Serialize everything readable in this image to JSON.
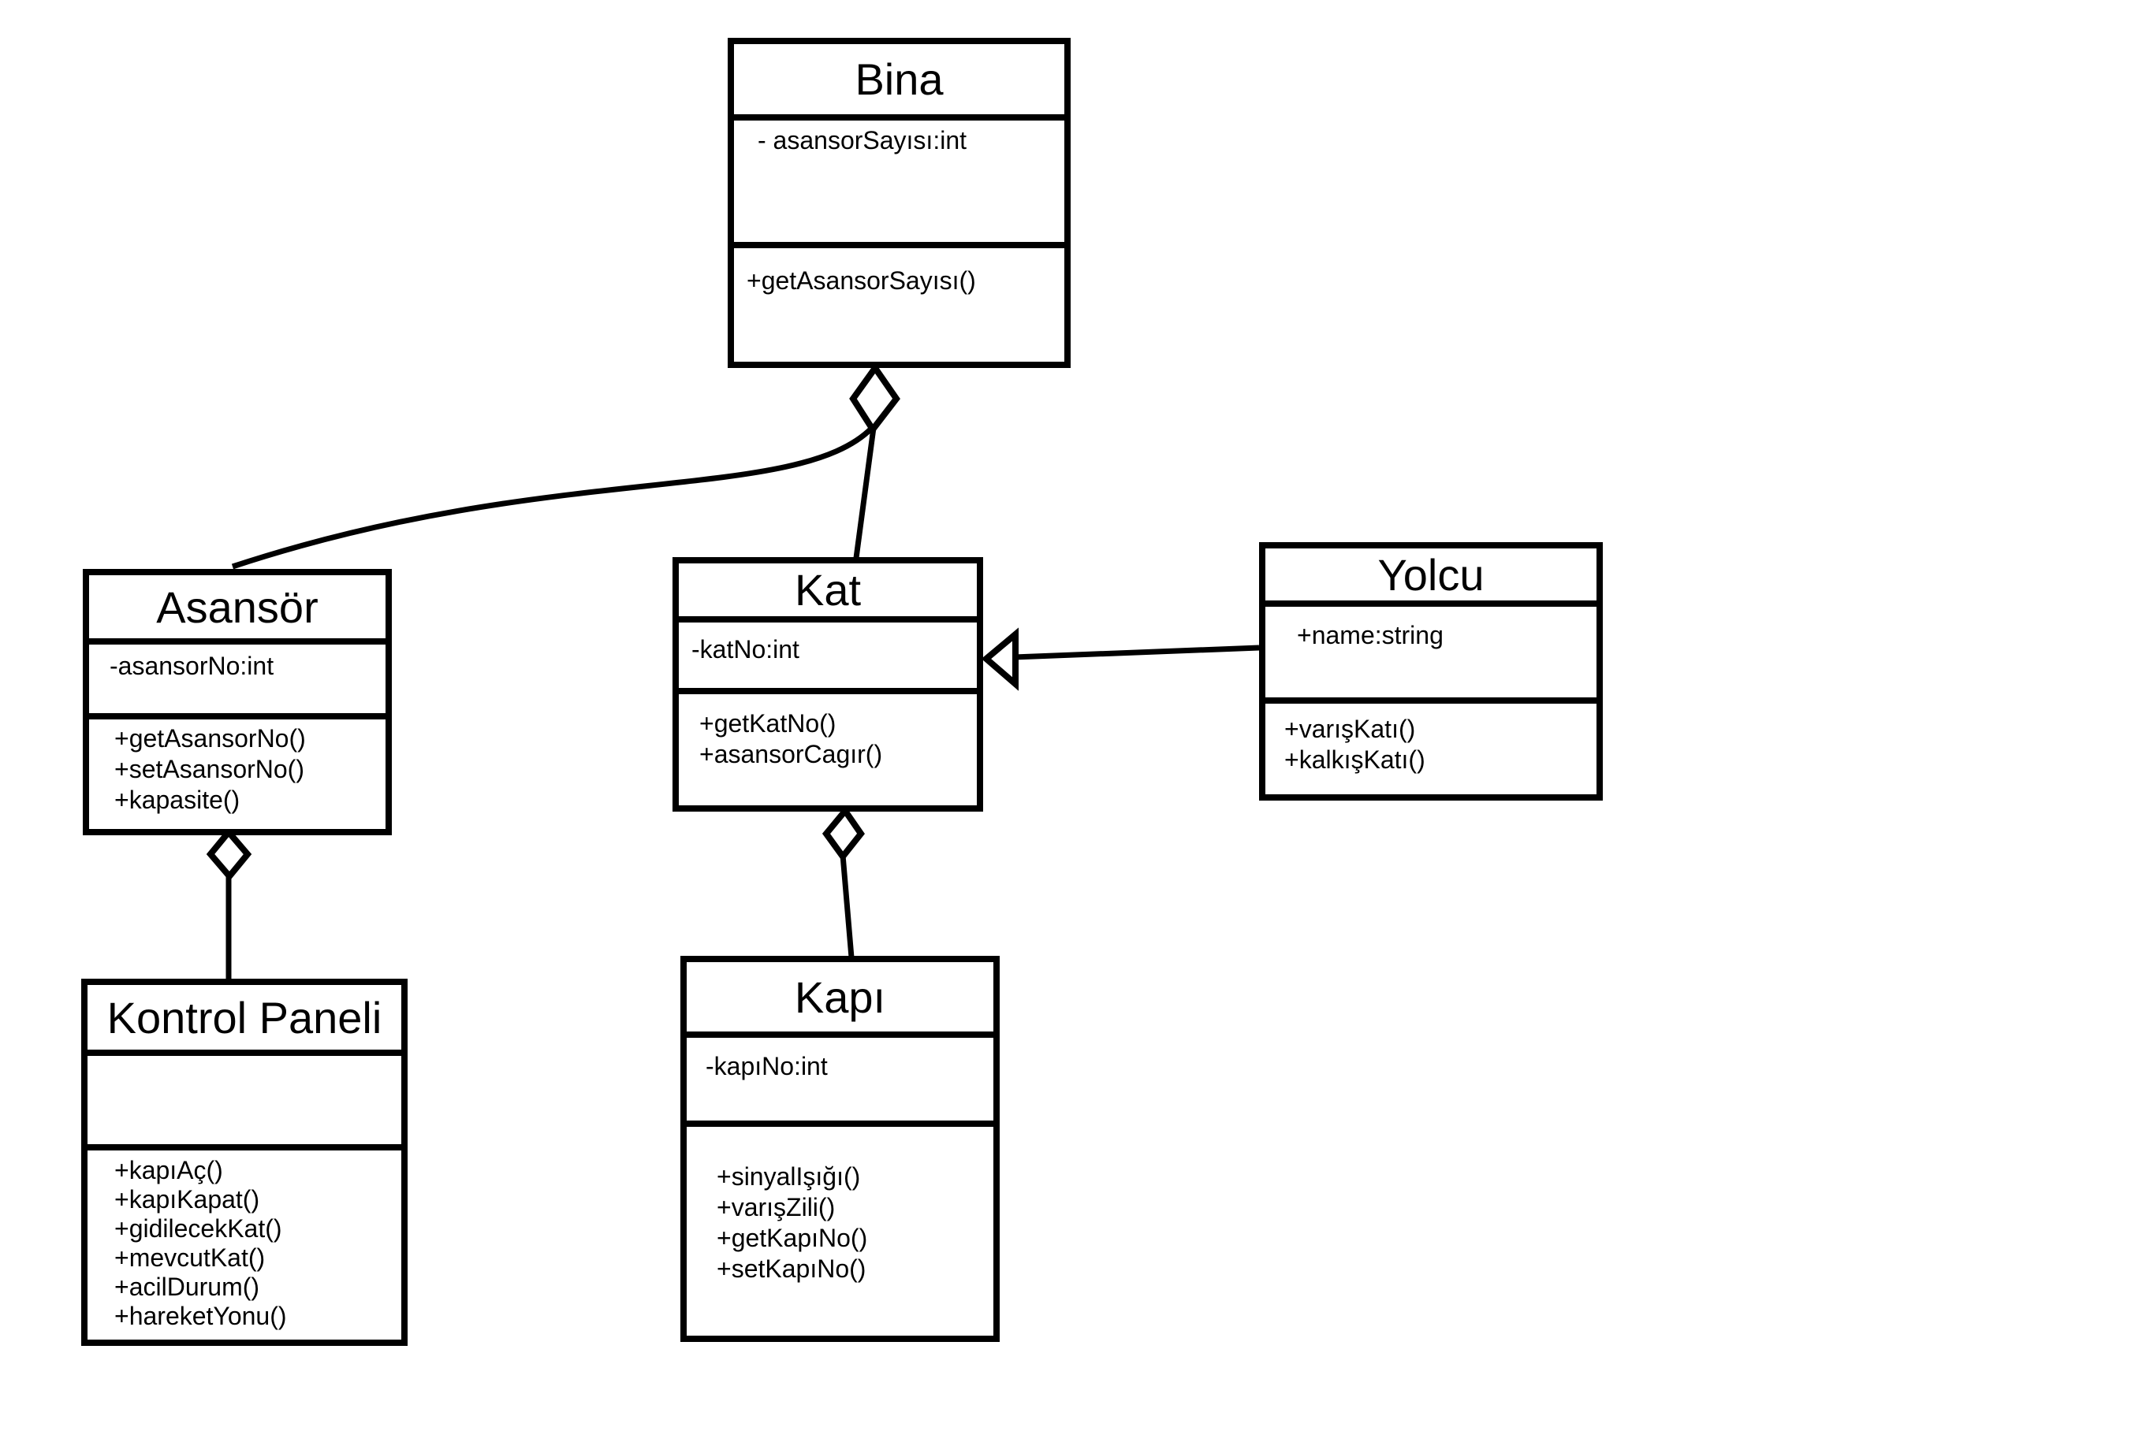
{
  "diagram": {
    "kind": "uml-class-diagram",
    "background_color": "#ffffff",
    "line_color": "#000000",
    "text_color": "#000000"
  },
  "classes": {
    "bina": {
      "title": "Bina",
      "attributes": [
        "- asansorSayısı:int"
      ],
      "methods": [
        "+getAsansorSayısı()"
      ]
    },
    "asansor": {
      "title": "Asansör",
      "attributes": [
        "-asansorNo:int"
      ],
      "methods": [
        "+getAsansorNo()",
        "+setAsansorNo()",
        "+kapasite()"
      ]
    },
    "kat": {
      "title": "Kat",
      "attributes": [
        "-katNo:int"
      ],
      "methods": [
        "+getKatNo()",
        "+asansorCagır()"
      ]
    },
    "yolcu": {
      "title": "Yolcu",
      "attributes": [
        "+name:string"
      ],
      "methods": [
        "+varışKatı()",
        "+kalkışKatı()"
      ]
    },
    "kontrol_paneli": {
      "title": "Kontrol Paneli",
      "attributes": [],
      "methods": [
        "+kapıAç()",
        "+kapıKapat()",
        "+gidilecekKat()",
        "+mevcutKat()",
        "+acilDurum()",
        "+hareketYonu()"
      ]
    },
    "kapi": {
      "title": "Kapı",
      "attributes": [
        "-kapıNo:int"
      ],
      "methods": [
        "+sinyalIşığı()",
        "+varışZili()",
        "+getKapıNo()",
        "+setKapıNo()"
      ]
    }
  },
  "relationships": [
    {
      "type": "aggregation",
      "from": "Bina",
      "to": "Asansör",
      "diamond_at": "Bina"
    },
    {
      "type": "aggregation",
      "from": "Bina",
      "to": "Kat",
      "diamond_at": "Bina"
    },
    {
      "type": "aggregation",
      "from": "Asansör",
      "to": "Kontrol Paneli",
      "diamond_at": "Asansör"
    },
    {
      "type": "aggregation",
      "from": "Kat",
      "to": "Kapı",
      "diamond_at": "Kat"
    },
    {
      "type": "association-open-triangle",
      "from": "Yolcu",
      "to": "Kat",
      "arrow_at": "Kat"
    }
  ]
}
